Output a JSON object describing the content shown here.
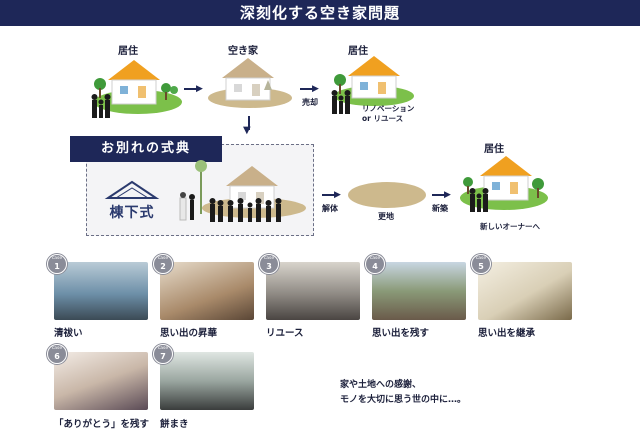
{
  "title": "深刻化する空き家問題",
  "top_flow": {
    "house1_label": "居住",
    "house2_label": "空き家",
    "house3_label": "居住",
    "arrow_label_sale": "売却",
    "house3_caption_line1": "リノベーション",
    "house3_caption_line2": "or リユース"
  },
  "ceremony": {
    "heading": "お別れの式典",
    "logo_text": "棟下式",
    "arrow_label_demolish": "解体",
    "vacant_lot_label": "更地",
    "arrow_label_newbuild": "新築",
    "new_house_label": "居住",
    "new_owner_caption": "新しいオーナーへ"
  },
  "cases": [
    {
      "badge_word": "case",
      "number": "1",
      "caption": "清祓い",
      "color": "#6d8fa8"
    },
    {
      "badge_word": "case",
      "number": "2",
      "caption": "思い出の昇華",
      "color": "#a98a6a"
    },
    {
      "badge_word": "case",
      "number": "3",
      "caption": "リユース",
      "color": "#8f8a84"
    },
    {
      "badge_word": "case",
      "number": "4",
      "caption": "思い出を残す",
      "color": "#8a9a78"
    },
    {
      "badge_word": "case",
      "number": "5",
      "caption": "思い出を継承",
      "color": "#d9cfb6"
    },
    {
      "badge_word": "case",
      "number": "6",
      "caption": "「ありがとう」を残す",
      "color": "#c9b7a8"
    },
    {
      "badge_word": "case",
      "number": "7",
      "caption": "餅まき",
      "color": "#9aa6a0"
    }
  ],
  "closing_text": {
    "line1": "家や土地への感謝、",
    "line2": "モノを大切に思う世の中に…。"
  },
  "colors": {
    "navy": "#1e2758",
    "roof_orange": "#f0a020",
    "roof_beige": "#c9b08a",
    "grass_green": "#7cc04a",
    "ground_tan": "#cdb98d"
  }
}
